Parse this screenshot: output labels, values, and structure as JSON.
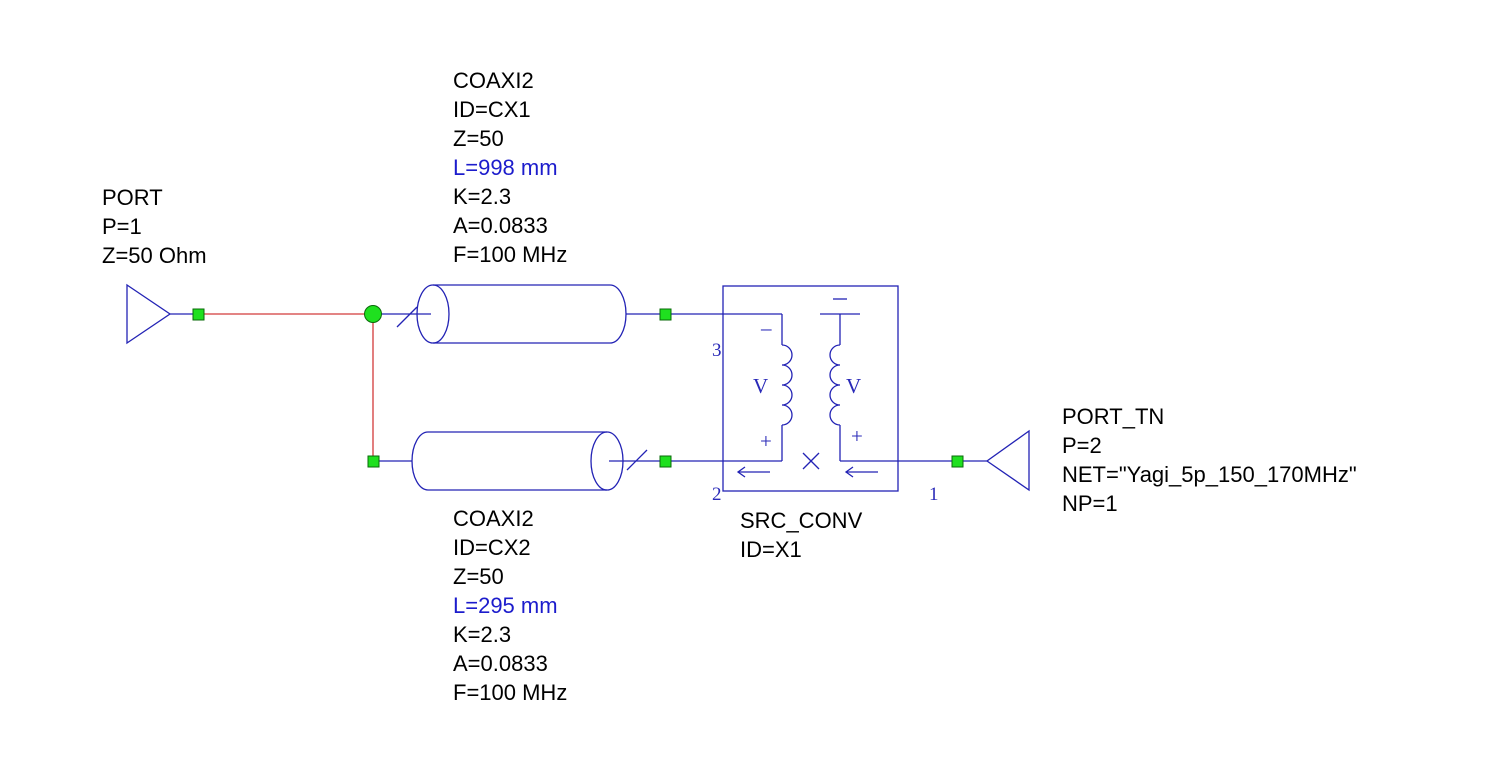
{
  "colors": {
    "background": "#ffffff",
    "wire": "#2323b5",
    "junction_wire": "#d23a3a",
    "node": "#1fe01f",
    "swept_param": "#1c1ccc"
  },
  "components": {
    "port1": {
      "icon": "port-triangle-icon",
      "lines": [
        "PORT",
        "P=1",
        "Z=50 Ohm"
      ]
    },
    "cx1": {
      "icon": "coax-cylinder-icon",
      "lines": [
        "COAXI2",
        "ID=CX1",
        "Z=50",
        "L=998 mm",
        "K=2.3",
        "A=0.0833",
        "F=100 MHz"
      ]
    },
    "cx2": {
      "icon": "coax-cylinder-icon",
      "lines": [
        "COAXI2",
        "ID=CX2",
        "Z=50",
        "L=295 mm",
        "K=2.3",
        "A=0.0833",
        "F=100 MHz"
      ]
    },
    "x1": {
      "icon": "source-converter-icon",
      "lines": [
        "SRC_CONV",
        "ID=X1"
      ],
      "pins": [
        "3",
        "2",
        "1"
      ],
      "coil_label_left": "V",
      "coil_label_right": "V",
      "sign_minus": "–",
      "sign_plus_left": "+",
      "sign_plus_right": "+"
    },
    "port2": {
      "icon": "port-triangle-icon",
      "lines": [
        "PORT_TN",
        "P=2",
        "NET=\"Yagi_5p_150_170MHz\"",
        "NP=1"
      ]
    }
  }
}
